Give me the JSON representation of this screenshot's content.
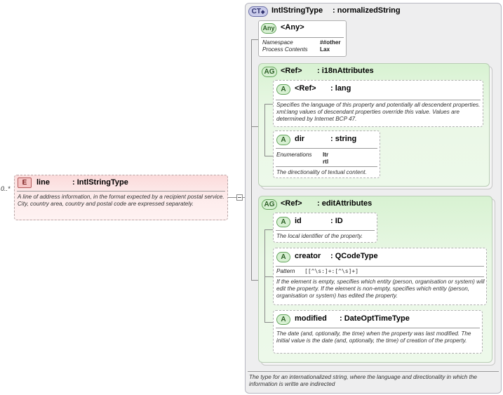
{
  "element": {
    "badge": "E",
    "name": "line",
    "type": ": IntlStringType",
    "cardinality": "0..*",
    "doc": "A line of address information, in the format expected by a recipient postal service. City, country area, country and postal code are expressed separately."
  },
  "complex_type": {
    "badge": "CT",
    "name": "IntlStringType",
    "base": ": normalizedString",
    "doc": "The type for an internationalized string, where the language and directionality in which the information is writte are indirected"
  },
  "any": {
    "badge": "Any",
    "name": "<Any>",
    "namespace_label": "Namespace",
    "namespace_value": "##other",
    "process_label": "Process Contents",
    "process_value": "Lax"
  },
  "i18n_group": {
    "badge": "AG",
    "ref": "<Ref>",
    "name": ": i18nAttributes",
    "attributes": {
      "lang": {
        "badge": "A",
        "ref": "<Ref>",
        "name": ": lang",
        "doc": "Specifies the language of this property and potentially all descendent properties. xml:lang values of descendant properties override this value. Values are determined by Internet BCP 47."
      },
      "dir": {
        "badge": "A",
        "name": "dir",
        "type": ": string",
        "enum_label": "Enumerations",
        "enum_values": [
          "ltr",
          "rtl"
        ],
        "doc": "The directionality of textual content."
      }
    }
  },
  "edit_group": {
    "badge": "AG",
    "ref": "<Ref>",
    "name": ": editAttributes",
    "attributes": {
      "id": {
        "badge": "A",
        "name": "id",
        "type": ": ID",
        "doc": "The local identifier of the property."
      },
      "creator": {
        "badge": "A",
        "name": "creator",
        "type": ": QCodeType",
        "pattern_label": "Pattern",
        "pattern_value": "[[^\\s:]+:[^\\s]+]",
        "doc": "If the element is empty, specifies which entity (person, organisation or system) will edit the property. If the element is non-empty, specifies which entity (person, organisation or system) has edited the property."
      },
      "modified": {
        "badge": "A",
        "name": "modified",
        "type": ": DateOptTimeType",
        "doc": "The date (and, optionally, the time) when the property was last modified. The initial value is the date (and, optionally, the time) of creation of the property."
      }
    }
  },
  "colors": {
    "element_fill": "#fdeaea",
    "group_fill": "#e4f5e0",
    "complex_fill": "#eeeeef",
    "connector": "#8a8a8a"
  }
}
